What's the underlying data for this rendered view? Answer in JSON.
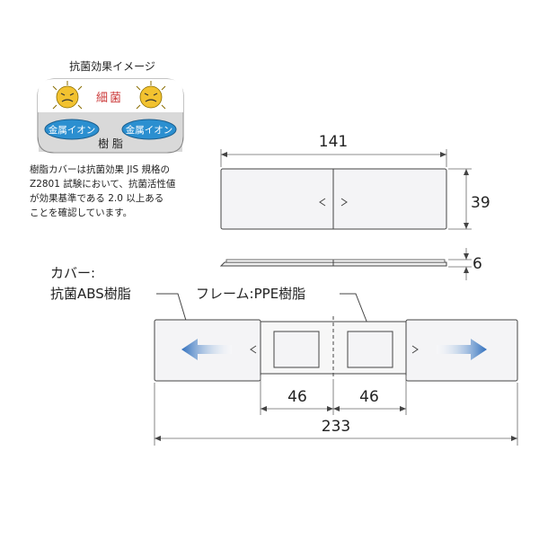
{
  "legend": {
    "title": "抗菌効果イメージ",
    "bacteria_label": "細菌",
    "ion_label": "金属イオン",
    "resin_label": "樹 脂"
  },
  "description": [
    "樹脂カバーは抗菌効果 JIS 規格の",
    "Z2801 試験において、抗菌活性値",
    "が効果基準である 2.0 以上ある",
    "ことを確認しています。"
  ],
  "dimensions": {
    "top_width": "141",
    "top_height": "39",
    "thickness": "6",
    "slot_left": "46",
    "slot_right": "46",
    "total_width": "233"
  },
  "callouts": {
    "cover_line1": "カバー:",
    "cover_line2": "抗菌ABS樹脂",
    "frame": "フレーム:PPE樹脂"
  },
  "colors": {
    "bacteria": "#f2c230",
    "ion_blue": "#2b8fd0",
    "arrow_blue": "#3a7cc4",
    "resin_gray": "#d9d9d9",
    "panel_fill": "#f4f4f6"
  }
}
